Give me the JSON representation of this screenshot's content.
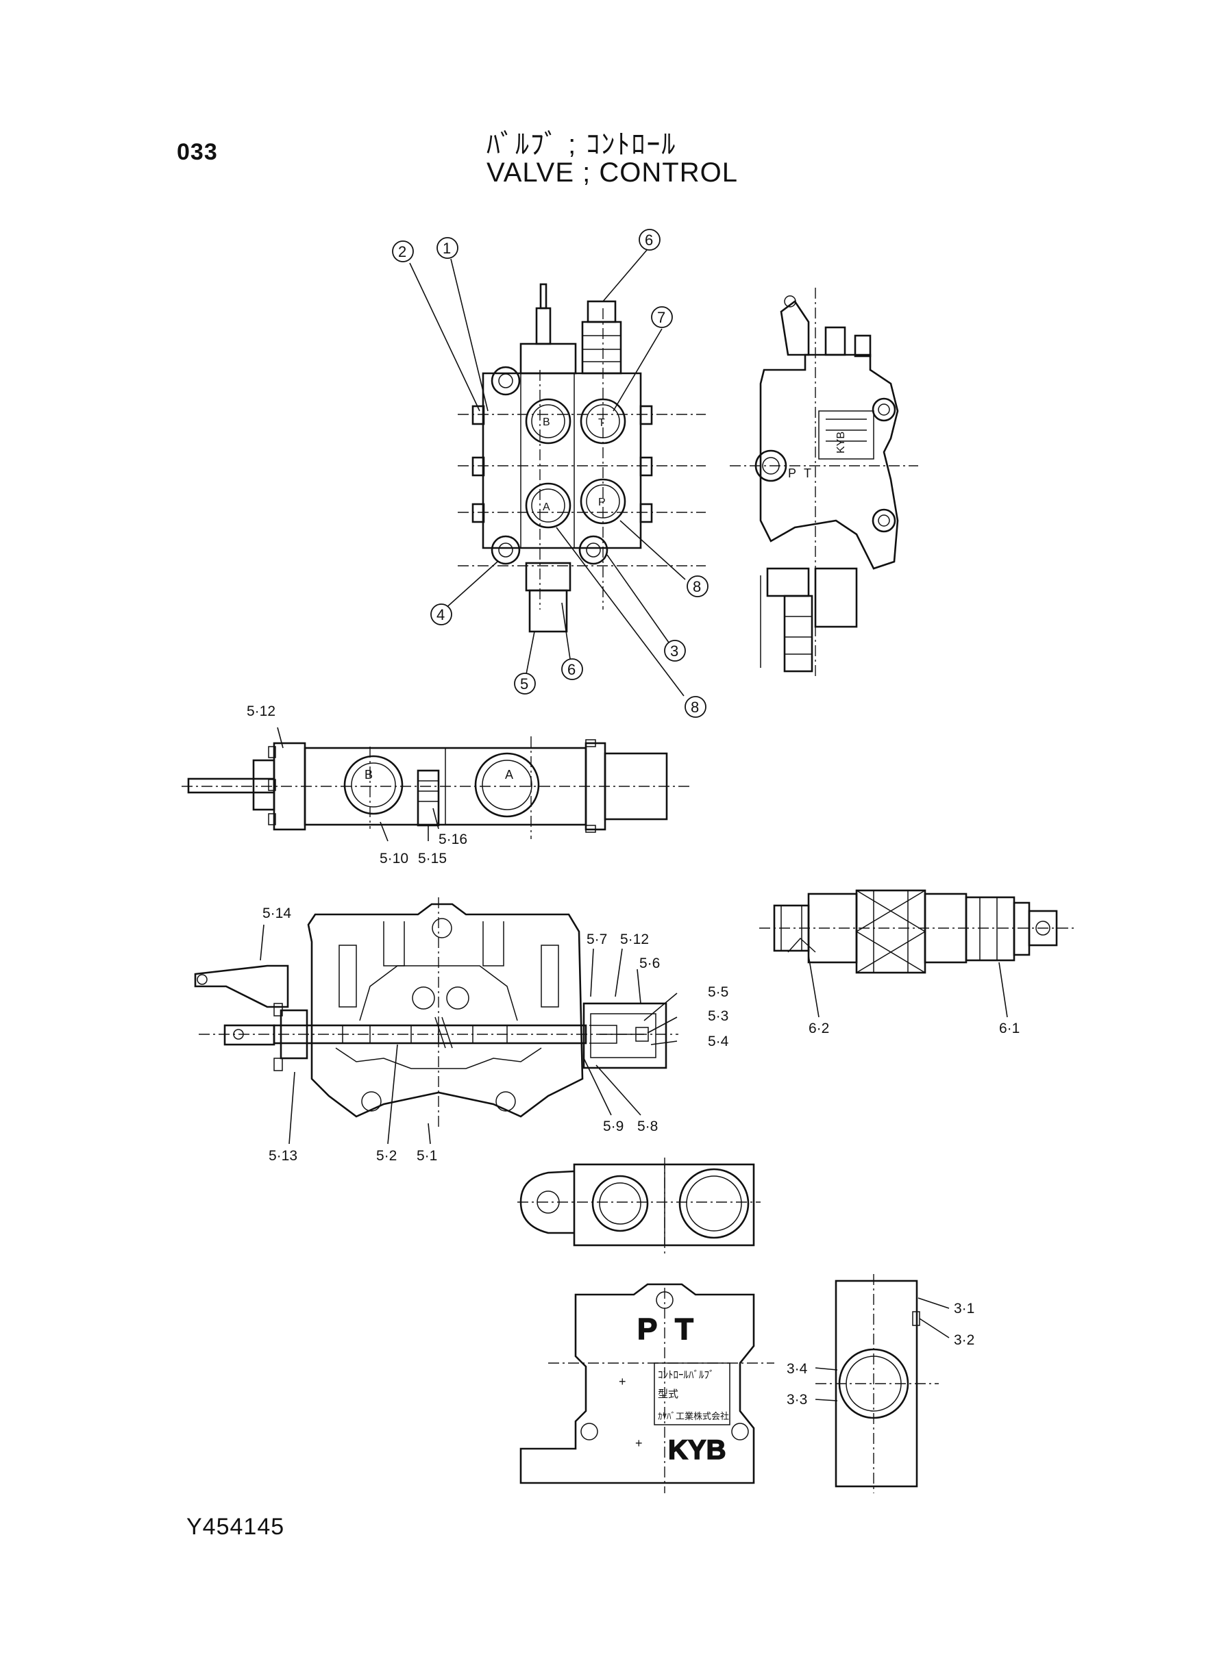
{
  "header": {
    "page_code": "033",
    "title_ja": "ﾊﾞﾙﾌﾞ ; ｺﾝﾄﾛｰﾙ",
    "title_en": "VALVE ; CONTROL"
  },
  "footer": {
    "drawing_id": "Y454145"
  },
  "callouts": {
    "c1": "1",
    "c2": "2",
    "c3": "3",
    "c4": "4",
    "c5": "5",
    "c6a": "6",
    "c6b": "6",
    "c7": "7",
    "c8a": "8",
    "c8b": "8"
  },
  "port_letters": {
    "B": "B",
    "T": "T",
    "A": "A",
    "P": "P",
    "top_B": "B",
    "top_A": "A",
    "side_P": "P",
    "side_T": "T",
    "body_P": "P",
    "body_T": "T"
  },
  "brand": {
    "kyb": "KYB",
    "side_kyb": "KYB"
  },
  "name_plate": {
    "line1": "ｺﾝﾄﾛｰﾙﾊﾞﾙﾌﾞ",
    "line2": "型式",
    "line3": "ｶﾔﾊﾞ工業株式会社"
  },
  "part_labels": {
    "p5_12a": "5·12",
    "p5_10": "5·10",
    "p5_15": "5·15",
    "p5_16": "5·16",
    "p5_14": "5·14",
    "p5_7": "5·7",
    "p5_12b": "5·12",
    "p5_6": "5·6",
    "p5_5": "5·5",
    "p5_3": "5·3",
    "p5_4": "5·4",
    "p5_9": "5·9",
    "p5_8": "5·8",
    "p5_13": "5·13",
    "p5_2": "5·2",
    "p5_1": "5·1",
    "p6_2": "6·2",
    "p6_1": "6·1",
    "p3_1": "3·1",
    "p3_2": "3·2",
    "p3_4": "3·4",
    "p3_3": "3·3"
  }
}
